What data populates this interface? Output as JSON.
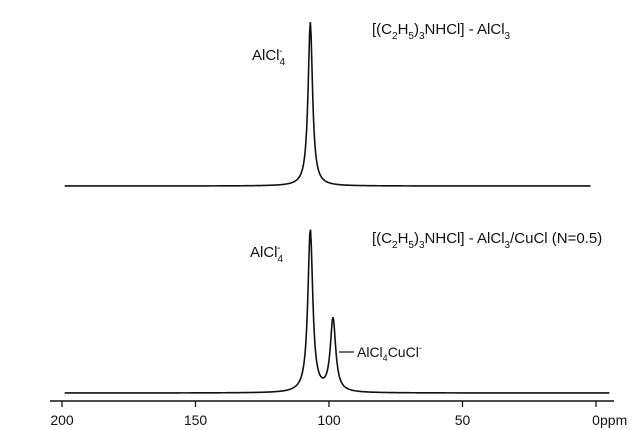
{
  "chart_data": [
    {
      "type": "line",
      "title": "[(C2H5)3NHCl] - AlCl3",
      "x_range": [
        200,
        0
      ],
      "x_reversed": true,
      "xlabel": "ppm",
      "x_ticks": [
        200,
        150,
        100,
        50,
        0
      ],
      "grid": false,
      "peaks": [
        {
          "label": "AlCl4-",
          "x": 107,
          "relative_height": 1.0
        }
      ]
    },
    {
      "type": "line",
      "title": "[(C2H5)3NHCl] - AlCl3/CuCl (N=0.5)",
      "x_range": [
        200,
        0
      ],
      "x_reversed": true,
      "xlabel": "ppm",
      "x_ticks": [
        200,
        150,
        100,
        50,
        0
      ],
      "grid": false,
      "peaks": [
        {
          "label": "AlCl4-",
          "x": 107,
          "relative_height": 1.0
        },
        {
          "label": "AlCl4CuCl-",
          "x": 98.5,
          "relative_height": 0.45
        }
      ]
    }
  ]
}
